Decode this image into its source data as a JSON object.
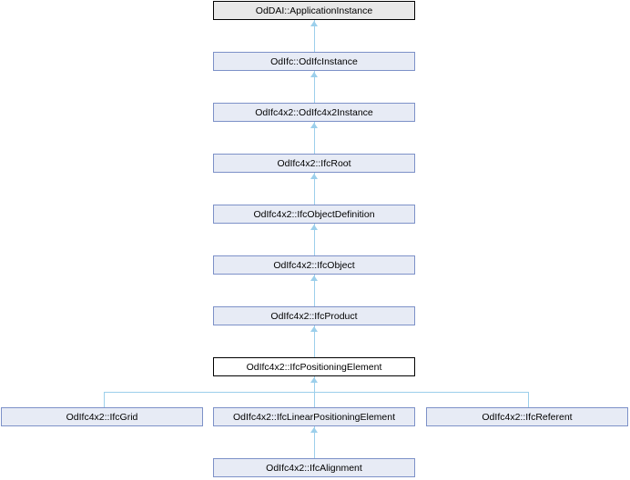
{
  "diagram": {
    "type": "class-inheritance-graph",
    "focal_class": "OdIfc4x2::IfcPositioningElement",
    "nodes": [
      {
        "label": "OdDAI::ApplicationInstance",
        "kind": "external"
      },
      {
        "label": "OdIfc::OdIfcInstance",
        "kind": "class"
      },
      {
        "label": "OdIfc4x2::OdIfc4x2Instance",
        "kind": "class"
      },
      {
        "label": "OdIfc4x2::IfcRoot",
        "kind": "class"
      },
      {
        "label": "OdIfc4x2::IfcObjectDefinition",
        "kind": "class"
      },
      {
        "label": "OdIfc4x2::IfcObject",
        "kind": "class"
      },
      {
        "label": "OdIfc4x2::IfcProduct",
        "kind": "class"
      },
      {
        "label": "OdIfc4x2::IfcPositioningElement",
        "kind": "focal"
      },
      {
        "label": "OdIfc4x2::IfcGrid",
        "kind": "class"
      },
      {
        "label": "OdIfc4x2::IfcLinearPositioningElement",
        "kind": "class"
      },
      {
        "label": "OdIfc4x2::IfcReferent",
        "kind": "class"
      },
      {
        "label": "OdIfc4x2::IfcAlignment",
        "kind": "class"
      }
    ],
    "edges": [
      {
        "from": "OdIfc::OdIfcInstance",
        "to": "OdDAI::ApplicationInstance"
      },
      {
        "from": "OdIfc4x2::OdIfc4x2Instance",
        "to": "OdIfc::OdIfcInstance"
      },
      {
        "from": "OdIfc4x2::IfcRoot",
        "to": "OdIfc4x2::OdIfc4x2Instance"
      },
      {
        "from": "OdIfc4x2::IfcObjectDefinition",
        "to": "OdIfc4x2::IfcRoot"
      },
      {
        "from": "OdIfc4x2::IfcObject",
        "to": "OdIfc4x2::IfcObjectDefinition"
      },
      {
        "from": "OdIfc4x2::IfcProduct",
        "to": "OdIfc4x2::IfcObject"
      },
      {
        "from": "OdIfc4x2::IfcPositioningElement",
        "to": "OdIfc4x2::IfcProduct"
      },
      {
        "from": "OdIfc4x2::IfcGrid",
        "to": "OdIfc4x2::IfcPositioningElement"
      },
      {
        "from": "OdIfc4x2::IfcLinearPositioningElement",
        "to": "OdIfc4x2::IfcPositioningElement"
      },
      {
        "from": "OdIfc4x2::IfcReferent",
        "to": "OdIfc4x2::IfcPositioningElement"
      },
      {
        "from": "OdIfc4x2::IfcAlignment",
        "to": "OdIfc4x2::IfcLinearPositioningElement"
      }
    ],
    "colors": {
      "node_fill": "#e7ebf5",
      "node_border": "#7d91c8",
      "external_fill": "#e8e8e8",
      "focal_fill": "#ffffff",
      "black_border": "#000000",
      "edge_line": "#9ccfeb",
      "text": "#000000",
      "background": "#ffffff"
    }
  }
}
